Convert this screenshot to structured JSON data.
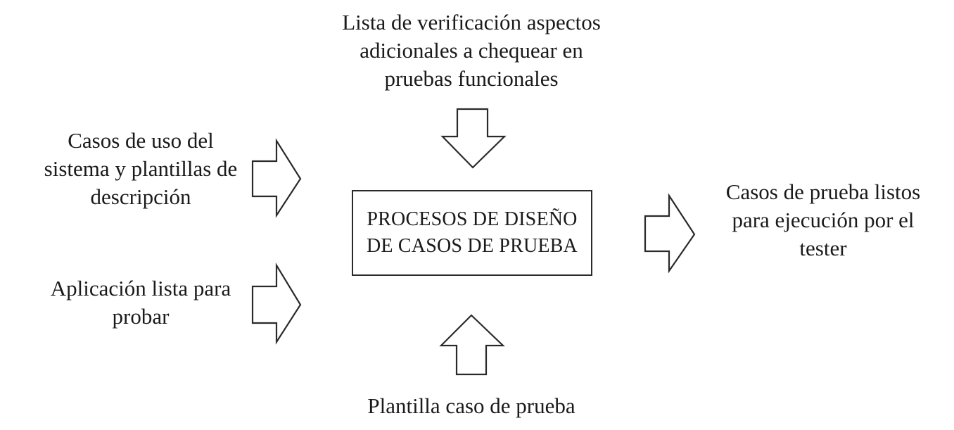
{
  "diagram": {
    "process": {
      "lines": [
        "PROCESOS DE DISEÑO",
        "DE CASOS DE PRUEBA"
      ]
    },
    "inputs": {
      "top": {
        "lines": [
          "Lista de verificación aspectos",
          "adicionales a chequear en",
          "pruebas funcionales"
        ],
        "arrow": "down-arrow"
      },
      "left_upper": {
        "lines": [
          "Casos de uso del",
          "sistema y plantillas de",
          "descripción"
        ],
        "arrow": "right-arrow"
      },
      "left_lower": {
        "lines": [
          "Aplicación lista para",
          "probar"
        ],
        "arrow": "right-arrow"
      },
      "bottom": {
        "lines": [
          "Plantilla caso de prueba"
        ],
        "arrow": "up-arrow"
      }
    },
    "output": {
      "lines": [
        "Casos de prueba listos",
        "para ejecución por el",
        "tester"
      ],
      "arrow": "right-arrow"
    },
    "colors": {
      "stroke": "#2a2a2a",
      "text": "#1a1a1a",
      "background": "#ffffff"
    }
  }
}
